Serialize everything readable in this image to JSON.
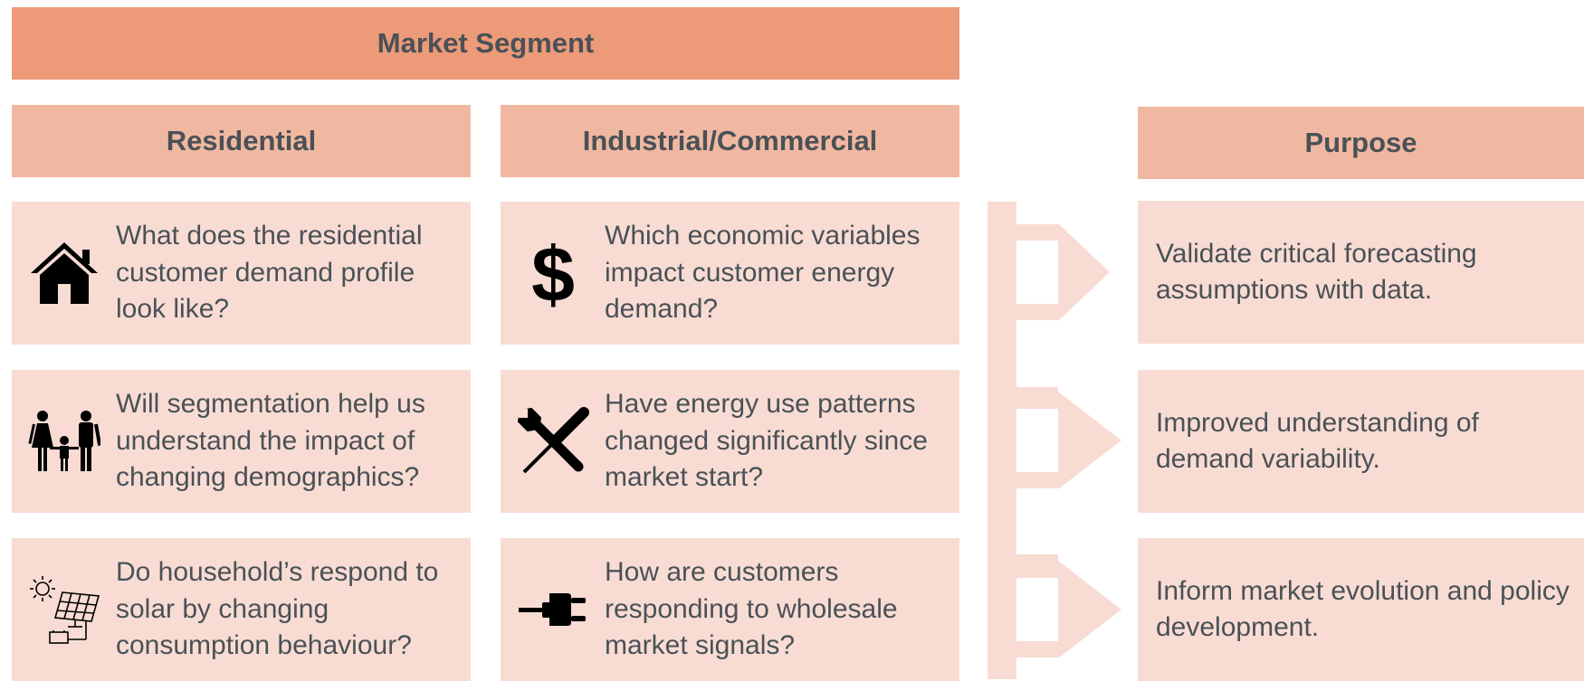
{
  "header": {
    "title": "Market Segment"
  },
  "columns": {
    "residential": {
      "title": "Residential",
      "items": [
        {
          "icon": "house-icon",
          "text": "What does the residential customer demand profile look like?"
        },
        {
          "icon": "family-icon",
          "text": "Will segmentation help us understand the impact of changing demographics?"
        },
        {
          "icon": "solar-panel-icon",
          "text": "Do household’s respond to solar by changing consumption behaviour?"
        }
      ]
    },
    "industrial": {
      "title": "Industrial/Commercial",
      "items": [
        {
          "icon": "dollar-icon",
          "text": "Which economic variables impact customer energy demand?"
        },
        {
          "icon": "tools-icon",
          "text": "Have energy use patterns changed significantly since market start?"
        },
        {
          "icon": "plug-icon",
          "text": "How are customers responding to wholesale market signals?"
        }
      ]
    }
  },
  "purpose": {
    "title": "Purpose",
    "items": [
      {
        "text": "Validate critical forecasting assumptions with data."
      },
      {
        "text": "Improved understanding of demand variability."
      },
      {
        "text": "Inform market evolution and policy development."
      }
    ]
  },
  "colors": {
    "header_main": "#ec9a78",
    "header_sub": "#f1b8a1",
    "cell": "#f8dcd3",
    "text": "#4a5157"
  }
}
